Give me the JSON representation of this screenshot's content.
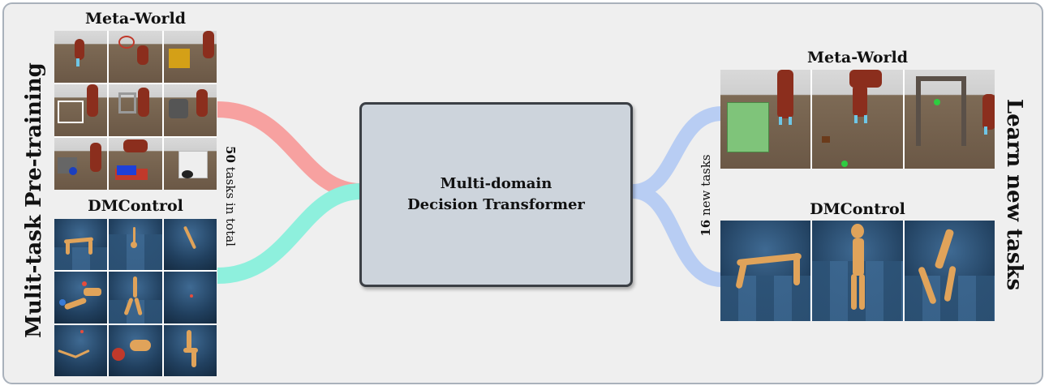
{
  "left_title_vertical": "Mulit-task Pre-training",
  "right_title_vertical": "Learn new tasks",
  "left_metaworld_title": "Meta-World",
  "left_dmcontrol_title": "DMControl",
  "right_metaworld_title": "Meta-World",
  "right_dmcontrol_title": "DMControl",
  "left_count": {
    "number": "50",
    "text": "tasks in total"
  },
  "right_count": {
    "number": "16",
    "text": "new tasks"
  },
  "center": {
    "line1": "Multi-domain",
    "line2": "Decision Transformer"
  },
  "colors": {
    "pretrain_metaworld_link": "#f7a1a0",
    "pretrain_dmcontrol_link": "#8ef0dd",
    "new_task_link": "#b8cdf3",
    "center_box": "#cdd4dc"
  }
}
